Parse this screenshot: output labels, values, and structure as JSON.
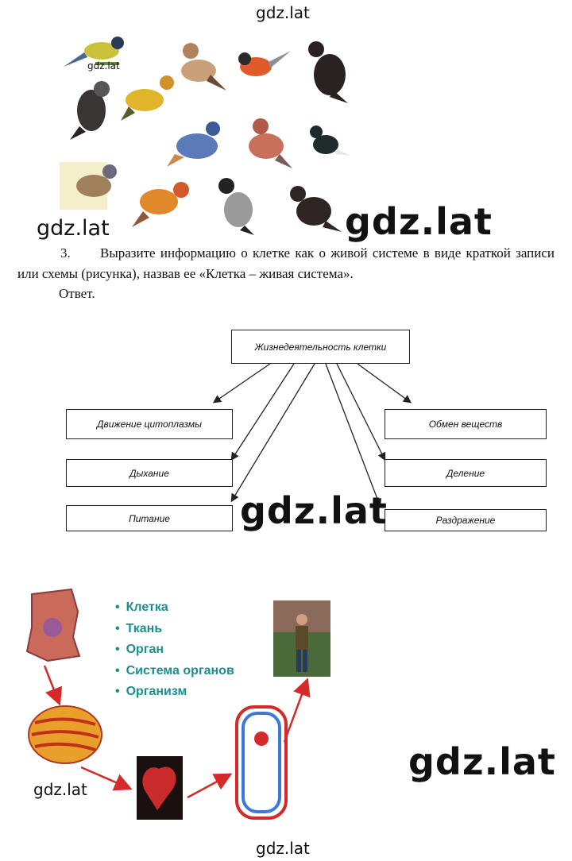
{
  "watermarks": {
    "top": "gdz.lat",
    "birds_small": "gdz.lat",
    "birds_left": "gdz.lat",
    "birds_right": "gdz.lat",
    "diagram": "gdz.lat",
    "levels_right": "gdz.lat",
    "levels_left": "gdz.lat",
    "bottom": "gdz.lat"
  },
  "task": {
    "number": "3.",
    "text": "Выразите информацию о клетке как о живой системе в виде краткой записи или схемы (рисунка), назвав ее «Клетка – живая система».",
    "answer_label": "Ответ."
  },
  "diagram": {
    "root": "Жизнедеятельность клетки",
    "left": [
      "Движение цитоплазмы",
      "Дыхание",
      "Питание"
    ],
    "right": [
      "Обмен веществ",
      "Деление",
      "Раздражение"
    ]
  },
  "levels": {
    "items": [
      "Клетка",
      "Ткань",
      "Орган",
      "Система органов",
      "Организм"
    ],
    "color": "#1a8f8f"
  }
}
